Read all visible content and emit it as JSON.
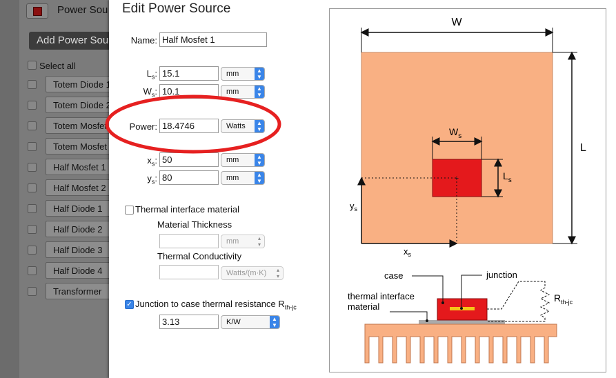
{
  "background": {
    "header_title": "Power Sou",
    "add_button": "Add Power Sou",
    "select_all": "Select all",
    "items": [
      "Totem Diode 1",
      "Totem Diode 2",
      "Totem Mosfet",
      "Totem Mosfet",
      "Half Mosfet 1",
      "Half Mosfet 2",
      "Half Diode 1",
      "Half Diode 2",
      "Half Diode 3",
      "Half Diode 4",
      "Transformer"
    ]
  },
  "dialog": {
    "title": "Edit Power Source",
    "name": {
      "label": "Name:",
      "value": "Half Mosfet 1"
    },
    "ls": {
      "label": "L",
      "sub": "s",
      "colon": ":",
      "value": "15.1",
      "unit": "mm"
    },
    "ws": {
      "label": "W",
      "sub": "s",
      "colon": ":",
      "value": "10.1",
      "unit": "mm"
    },
    "power": {
      "label": "Power:",
      "value": "18.4746",
      "unit": "Watts"
    },
    "xs": {
      "label": "x",
      "sub": "s",
      "colon": ":",
      "value": "50",
      "unit": "mm"
    },
    "ys": {
      "label": "y",
      "sub": "s",
      "colon": ":",
      "value": "80",
      "unit": "mm"
    },
    "tim": {
      "label": "Thermal interface material",
      "checked": false,
      "thickness_label": "Material Thickness",
      "thickness_value": "",
      "thickness_unit": "mm",
      "conductivity_label": "Thermal Conductivity",
      "conductivity_value": "",
      "conductivity_unit": "Watts/(m·K)"
    },
    "rjc": {
      "label": "Junction to case thermal resistance R",
      "sub": "th-jc",
      "checked": true,
      "value": "3.13",
      "unit": "K/W"
    },
    "highlight_color": "#e62020"
  },
  "diagram": {
    "W": "W",
    "L": "L",
    "Ws": "W",
    "Ws_sub": "s",
    "Ls": "L",
    "Ls_sub": "s",
    "xs": "x",
    "xs_sub": "s",
    "ys": "y",
    "ys_sub": "s",
    "case": "case",
    "junction": "junction",
    "tim_line1": "thermal interface",
    "tim_line2": "material",
    "rth": "R",
    "rth_sub": "th-jc",
    "board_color": "#f9b083",
    "chip_color": "#e4191c",
    "heatsink_color": "#f9b083"
  }
}
